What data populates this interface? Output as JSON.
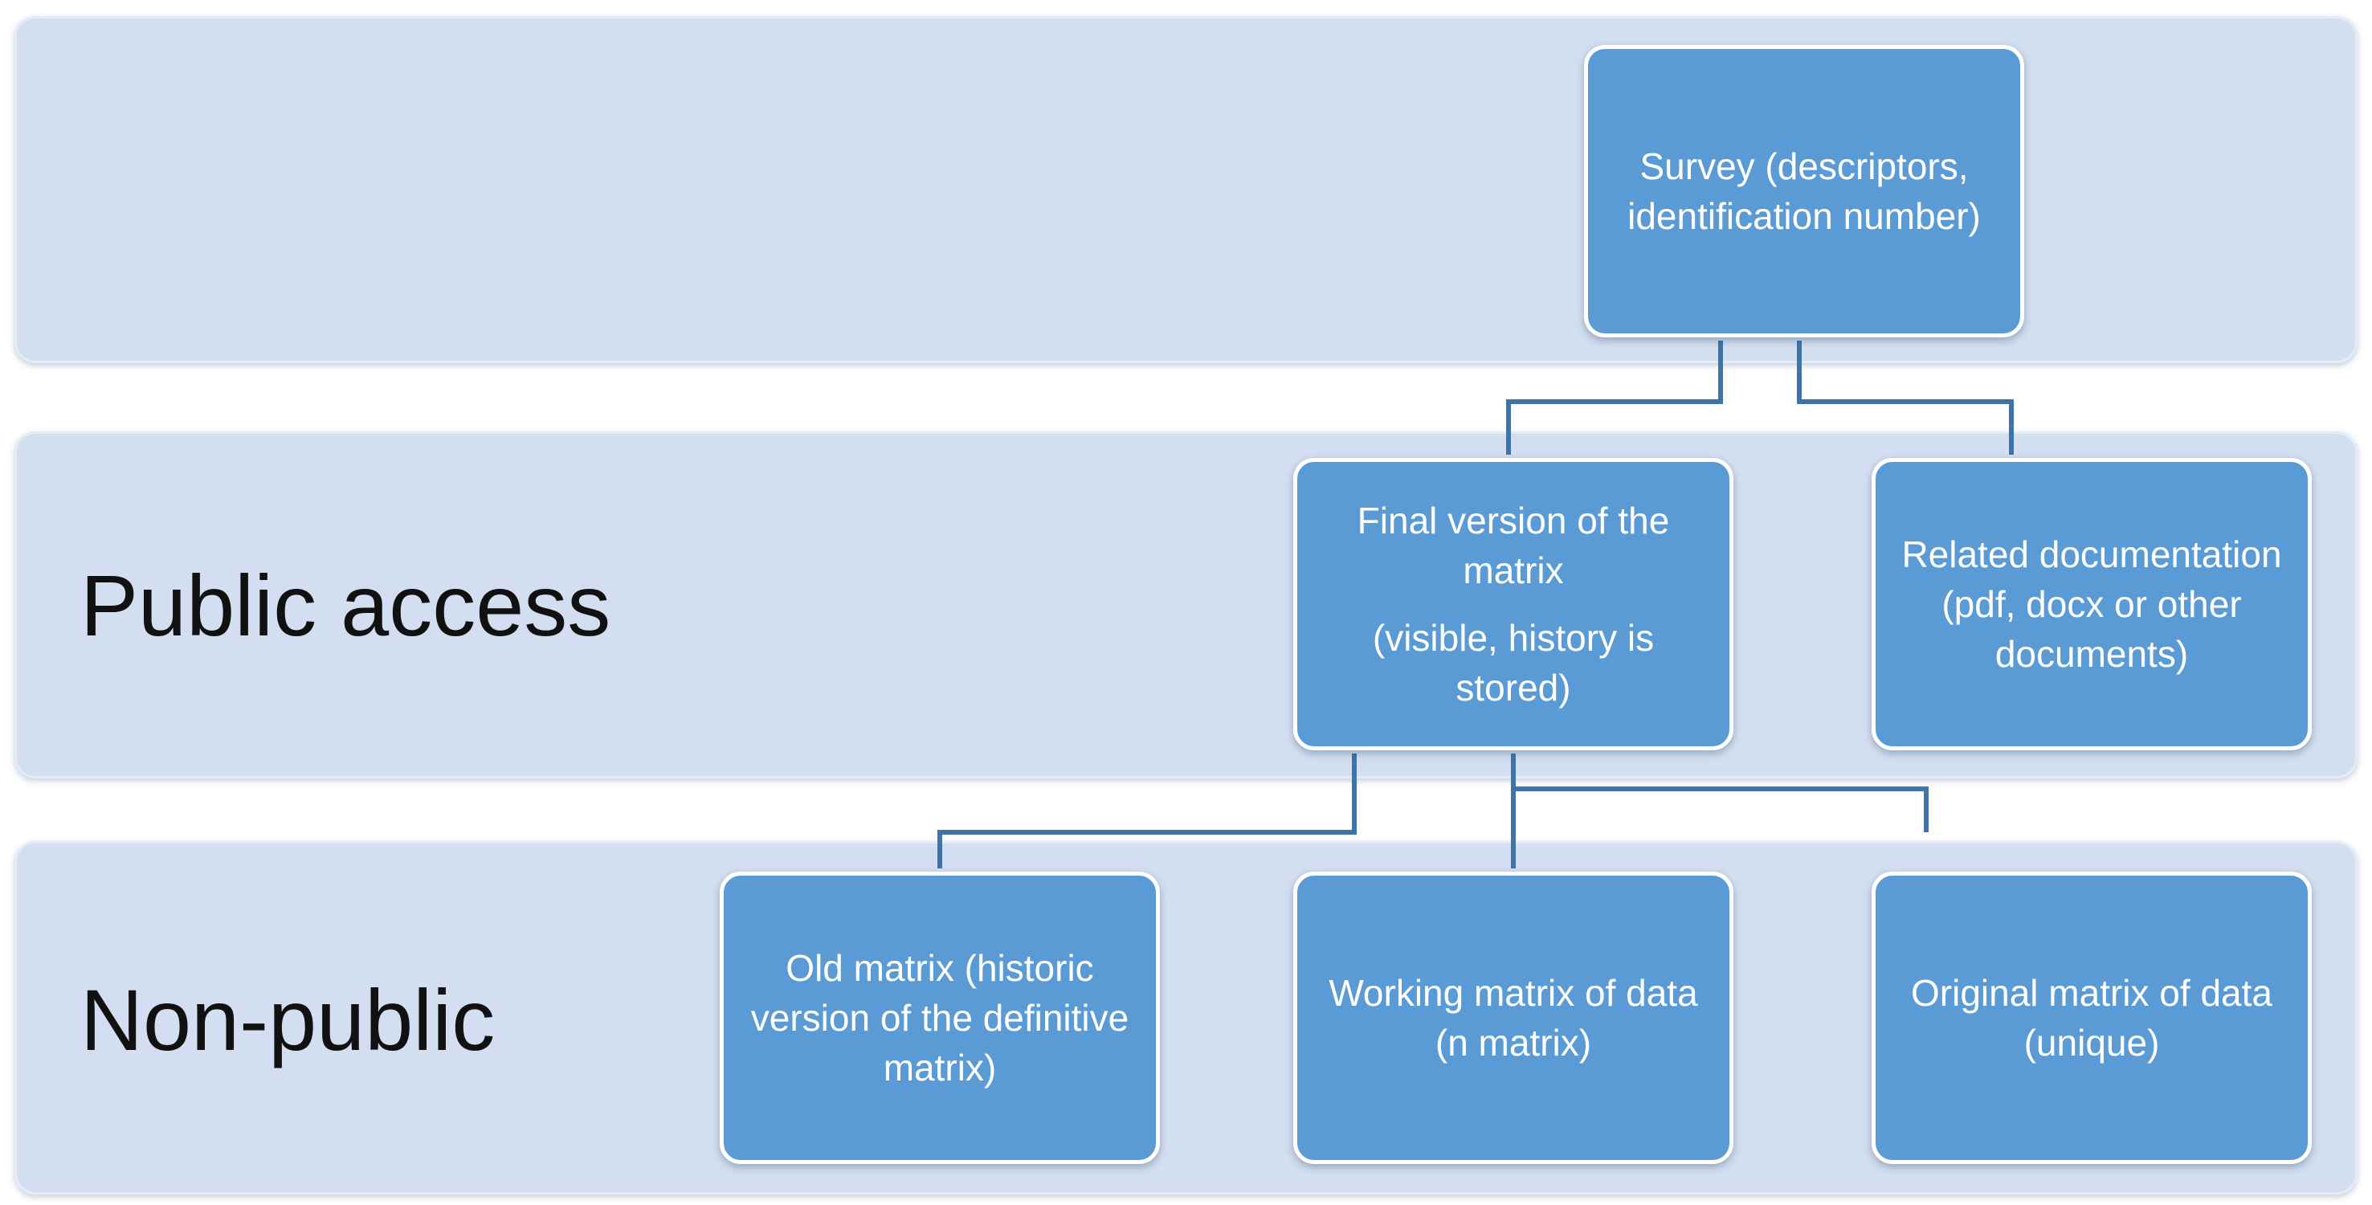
{
  "bands": {
    "public_label": "Public access",
    "nonpublic_label": "Non-public"
  },
  "nodes": {
    "survey": [
      "Survey (descriptors, identification number)"
    ],
    "final": [
      "Final version of the matrix",
      "(visible, history is stored)"
    ],
    "related": [
      "Related documentation (pdf, docx or other documents)"
    ],
    "old": [
      "Old matrix (historic version of the definitive matrix)"
    ],
    "working": [
      "Working matrix of data (n matrix)"
    ],
    "original": [
      "Original matrix of data (unique)"
    ]
  },
  "colors": {
    "band_fill": "#d3dff0",
    "node_fill": "#5b9bd5",
    "node_border": "#ffffff",
    "connector": "#3f74a8",
    "label_text": "#111111",
    "node_text": "#ffffff"
  }
}
